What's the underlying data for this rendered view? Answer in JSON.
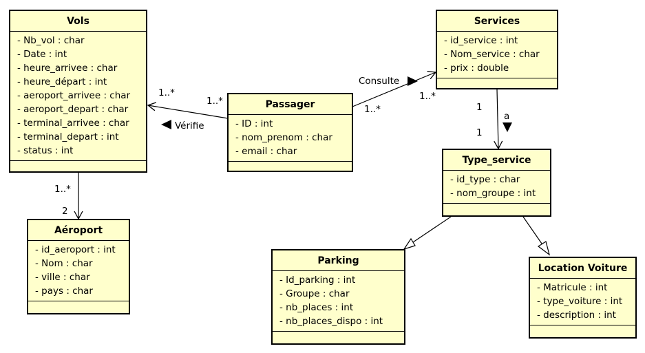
{
  "classes": {
    "vols": {
      "name": "Vols",
      "attributes": [
        "- Nb_vol : char",
        "- Date : int",
        "- heure_arrivee : char",
        "- heure_départ : int",
        "- aeroport_arrivee : char",
        "- aeroport_depart : char",
        "- terminal_arrivee : char",
        "- terminal_depart : int",
        "- status : int"
      ]
    },
    "passager": {
      "name": "Passager",
      "attributes": [
        "- ID : int",
        "- nom_prenom : char",
        "- email : char"
      ]
    },
    "services": {
      "name": "Services",
      "attributes": [
        "- id_service : int",
        "- Nom_service : char",
        "- prix : double"
      ]
    },
    "aeroport": {
      "name": "Aéroport",
      "attributes": [
        "- id_aeroport : int",
        "- Nom : char",
        "- ville : char",
        "- pays : char"
      ]
    },
    "type_service": {
      "name": "Type_service",
      "attributes": [
        "- id_type : char",
        "- nom_groupe : int"
      ]
    },
    "parking": {
      "name": "Parking",
      "attributes": [
        "- Id_parking : int",
        "- Groupe : char",
        "- nb_places : int",
        "- nb_places_dispo : int"
      ]
    },
    "location_voiture": {
      "name": "Location Voiture",
      "attributes": [
        "- Matricule : int",
        "- type_voiture : int",
        "- description : int"
      ]
    }
  },
  "associations": {
    "verifie": {
      "label": "Vérifie",
      "mult_vols": "1..*",
      "mult_passager": "1..*"
    },
    "consulte": {
      "label": "Consulte",
      "mult_passager": "1..*",
      "mult_services": "1..*"
    },
    "vols_aeroport": {
      "mult_vols": "1..*",
      "mult_aeroport": "2"
    },
    "services_type": {
      "label": "a",
      "mult_services": "1",
      "mult_type": "1"
    }
  }
}
